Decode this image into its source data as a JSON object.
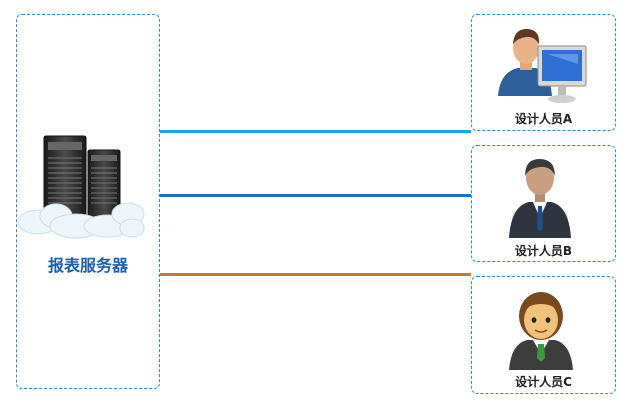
{
  "server": {
    "label": "报表服务器"
  },
  "designers": [
    {
      "label": "设计人员A"
    },
    {
      "label": "设计人员B"
    },
    {
      "label": "设计人员C"
    }
  ],
  "colors": {
    "border": "#2a8ad4",
    "line_a": "#1fa4e3",
    "line_b": "#1a6fbf",
    "line_c": "#c8782a",
    "server_label": "#1a5fb4"
  }
}
